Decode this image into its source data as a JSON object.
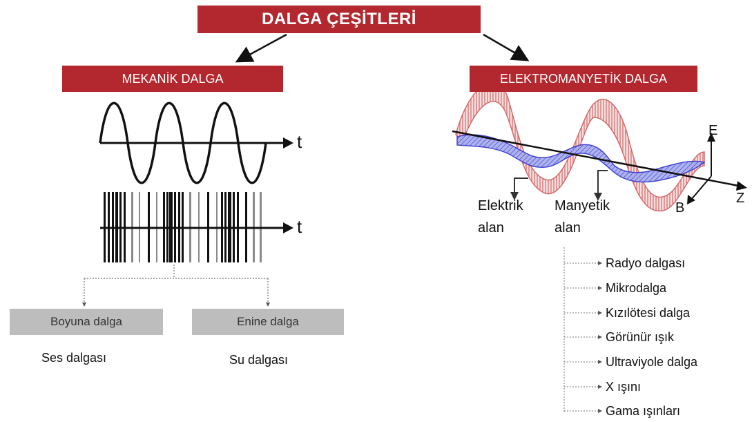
{
  "title": "DALGA ÇEŞİTLERİ",
  "mechanical": {
    "heading": "MEKANİK DALGA",
    "axis_label_wave": "t",
    "axis_label_pulse": "t",
    "types": [
      {
        "name": "Boyuna dalga",
        "example": "Ses dalgası"
      },
      {
        "name": "Enine dalga",
        "example": "Su dalgası"
      }
    ]
  },
  "electromagnetic": {
    "heading": "ELEKTROMANYETİK DALGA",
    "axes": {
      "e": "E",
      "b": "B",
      "z": "Z"
    },
    "field_labels": {
      "electric": [
        "Elektrik",
        "alan"
      ],
      "magnetic": [
        "Manyetik",
        "alan"
      ]
    },
    "spectrum": [
      "Radyo dalgası",
      "Mikrodalga",
      "Kızılötesi dalga",
      "Görünür ışık",
      "Ultraviyole dalga",
      "X ışını",
      "Gama ışınları"
    ]
  },
  "colors": {
    "header": "#b3282e",
    "subtype_box": "#bdbdbd",
    "electric_wave": "#d46a6a",
    "magnetic_wave": "#3b3bd0"
  }
}
